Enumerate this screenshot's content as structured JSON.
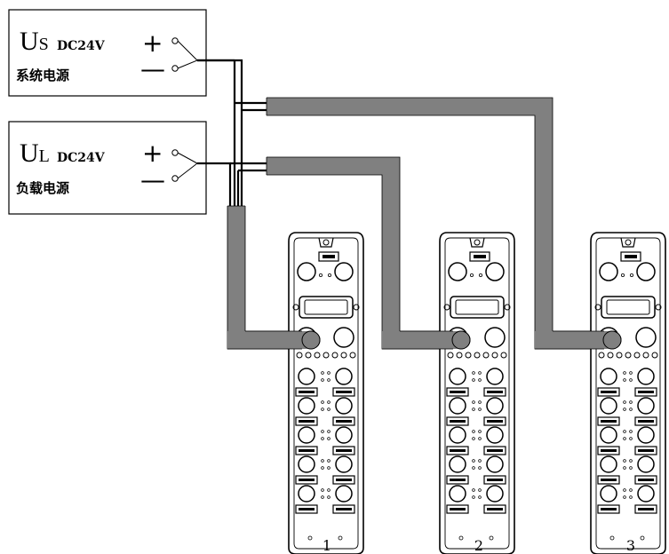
{
  "supplies": [
    {
      "symbol": "U",
      "subscript": "S",
      "voltage": "DC24V",
      "name": "系统电源",
      "plus": "+",
      "minus": "—"
    },
    {
      "symbol": "U",
      "subscript": "L",
      "voltage": "DC24V",
      "name": "负载电源",
      "plus": "+",
      "minus": "—"
    }
  ],
  "modules": [
    {
      "number": "1"
    },
    {
      "number": "2"
    },
    {
      "number": "3"
    }
  ],
  "colors": {
    "cable": "#808080",
    "line": "#000000",
    "background": "#ffffff"
  }
}
